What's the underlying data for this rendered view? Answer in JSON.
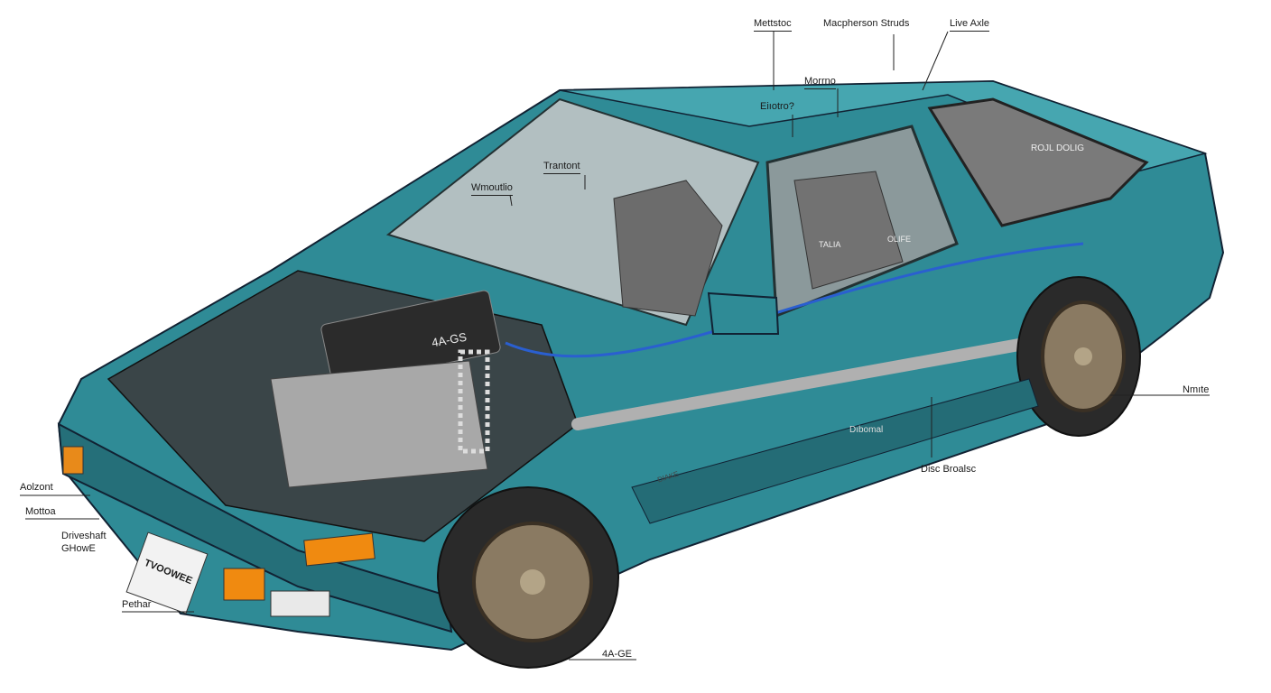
{
  "labels": {
    "mettstoc": "Mettstoc",
    "macpherson": "Macpherson Struds",
    "live_axle": "Live Axle",
    "morrno": "Morrno",
    "eiotro": "Eiıotro?",
    "trantont": "Trantont",
    "wmoutlio": "Wmoutlio",
    "nmite": "Nmıte",
    "dibomal": "Dıbomal",
    "disc_brakes": "Disc Broalsc",
    "aolzont": "Aolzont",
    "mottoa": "Mottoa",
    "driveshaft_1": "Driveshaft",
    "driveshaft_2": "GHowE",
    "pethar": "Pethar",
    "engine_bottom": "4A-GE"
  },
  "inner_text": {
    "engine_cover": "4A-GS",
    "rear_deck": "ROJL DOLIG",
    "seat_left": "TALIA",
    "seat_right": "OLIFE",
    "license_plate": "TVOOWEE",
    "door_badge": "DIAKE"
  },
  "colors": {
    "body": "#2f8b96",
    "body_dark": "#1c5d67",
    "interior": "#6c6c6c",
    "wheel": "#8a7a62"
  }
}
